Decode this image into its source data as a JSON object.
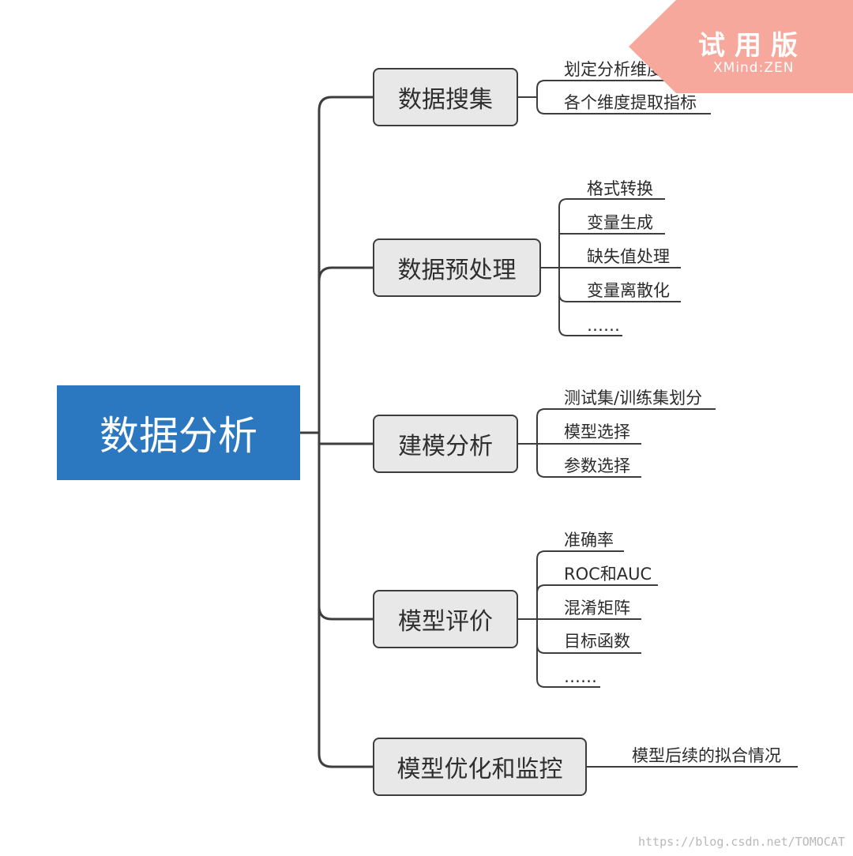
{
  "root": {
    "label": "数据分析"
  },
  "branches": [
    {
      "label": "数据搜集",
      "leaves": [
        "划定分析维度",
        "各个维度提取指标"
      ]
    },
    {
      "label": "数据预处理",
      "leaves": [
        "格式转换",
        "变量生成",
        "缺失值处理",
        "变量离散化",
        "……"
      ]
    },
    {
      "label": "建模分析",
      "leaves": [
        "测试集/训练集划分",
        "模型选择",
        "参数选择"
      ]
    },
    {
      "label": "模型评价",
      "leaves": [
        "准确率",
        "ROC和AUC",
        "混淆矩阵",
        "目标函数",
        "……"
      ]
    },
    {
      "label": "模型优化和监控",
      "leaves": [
        "模型后续的拟合情况"
      ]
    }
  ],
  "badge": {
    "title": "试用版",
    "subtitle": "XMind:ZEN",
    "color": "#f7a89c"
  },
  "watermark": "https://blog.csdn.net/TOMOCAT",
  "colors": {
    "root": "#2b78c1",
    "branch_fill": "#e8e8e8",
    "line": "#3d3d3d"
  }
}
